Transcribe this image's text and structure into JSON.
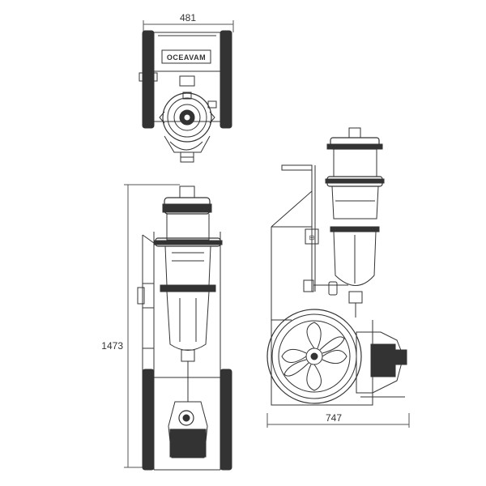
{
  "dimensions": {
    "width_top": "481",
    "height_front": "1473",
    "width_side": "747"
  },
  "branding": {
    "logo_text": "OCEAVAM"
  },
  "colors": {
    "line": "#333333",
    "dim_line": "#555555",
    "background": "#ffffff"
  }
}
